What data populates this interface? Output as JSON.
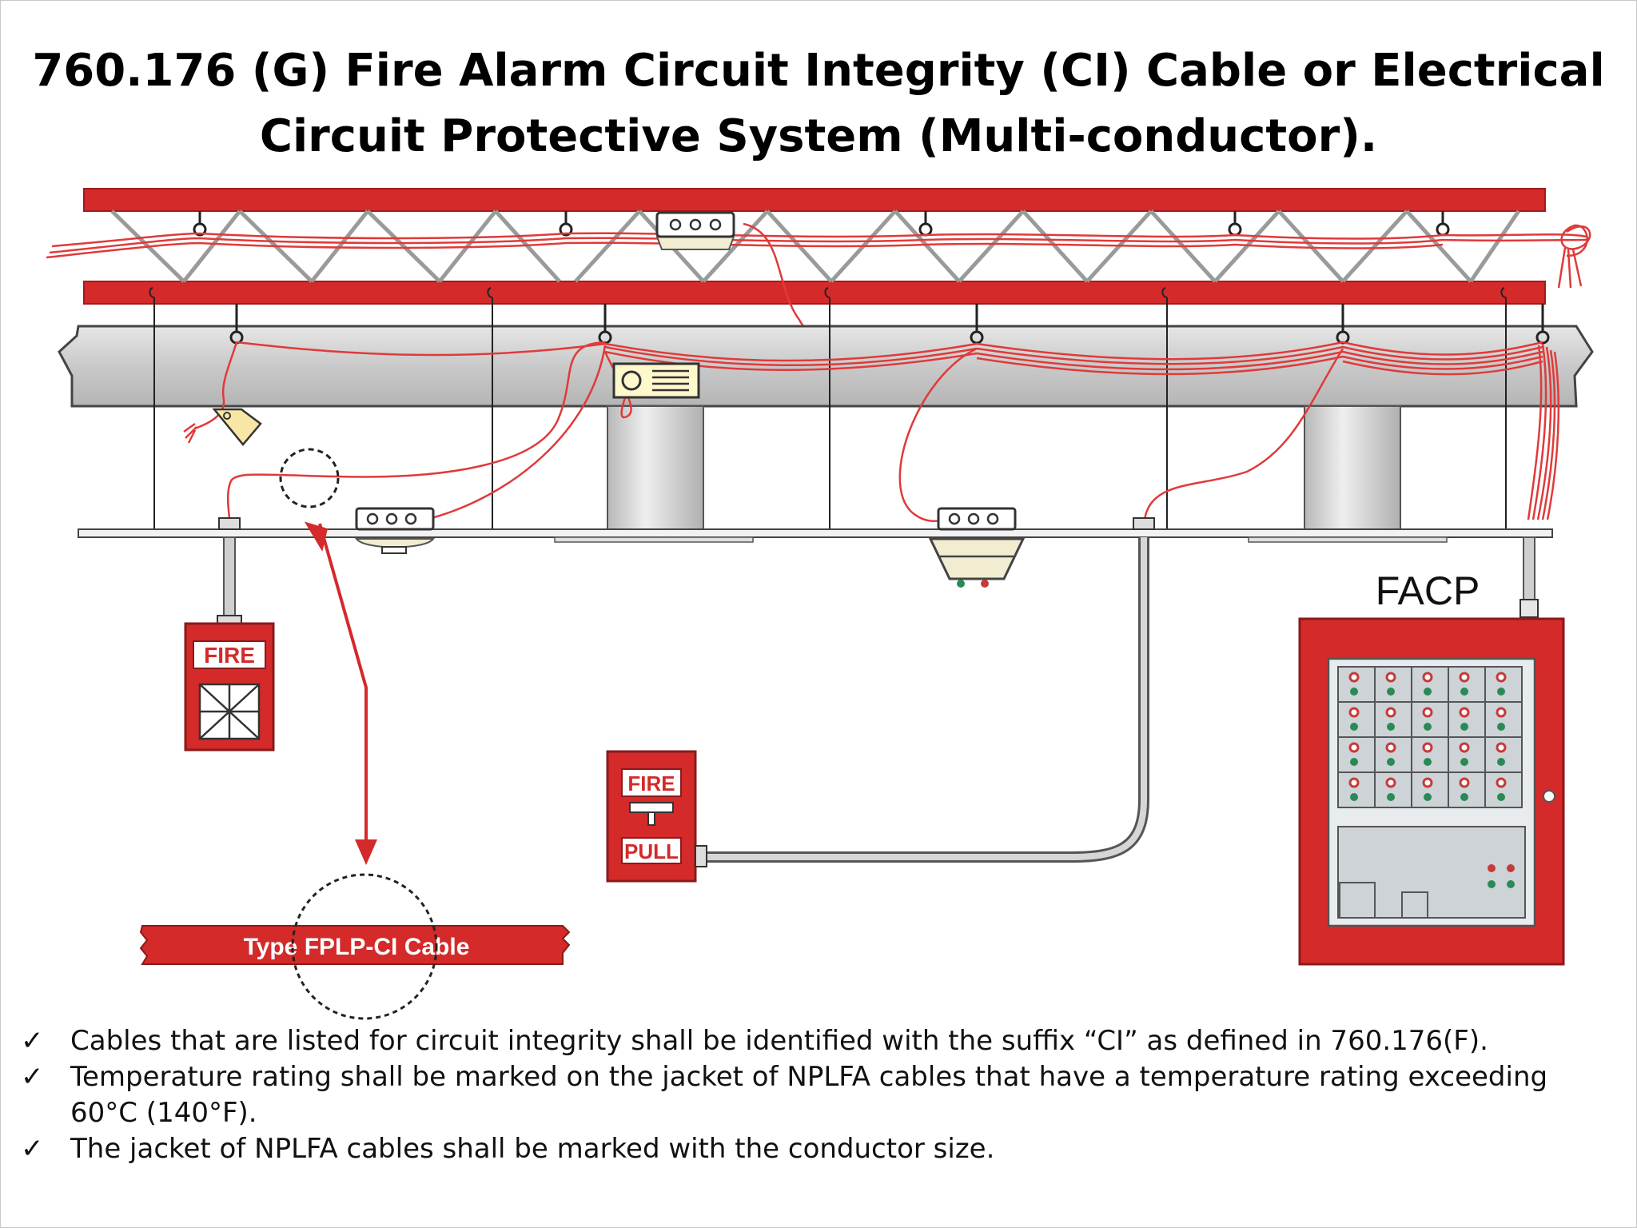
{
  "title": {
    "line1": "760.176 (G) Fire Alarm Circuit Integrity (CI) Cable or Electrical",
    "line2": "Circuit Protective System (Multi-conductor)."
  },
  "labels": {
    "facp": "FACP",
    "fire_box": "FIRE",
    "pull_fire": "FIRE",
    "pull_pull": "PULL",
    "cable_tag": "Type FPLP-CI Cable"
  },
  "bullets": [
    {
      "mark": "✓",
      "text": "Cables that are listed for circuit integrity shall be identified with the suffix “CI” as defined in 760.176(F)."
    },
    {
      "mark": "✓",
      "text": "Temperature rating shall be marked on the jacket of NPLFA cables that have a temperature rating exceeding 60°C (140°F)."
    },
    {
      "mark": "✓",
      "text": "The jacket of NPLFA cables shall be marked with the conductor size."
    }
  ],
  "colors": {
    "red": "#d42a2a",
    "wire": "#e03a3a",
    "beam": "#cfcfcf",
    "panel_gray": "#cdd3d6",
    "led_green": "#2a8a55",
    "led_red": "#c63a3a"
  },
  "icons": [
    "checkmark-icon",
    "smoke-detector-icon",
    "fire-bell-icon",
    "pull-station-icon",
    "facp-panel-icon",
    "cable-tag-icon",
    "magnifier-circle-icon"
  ]
}
